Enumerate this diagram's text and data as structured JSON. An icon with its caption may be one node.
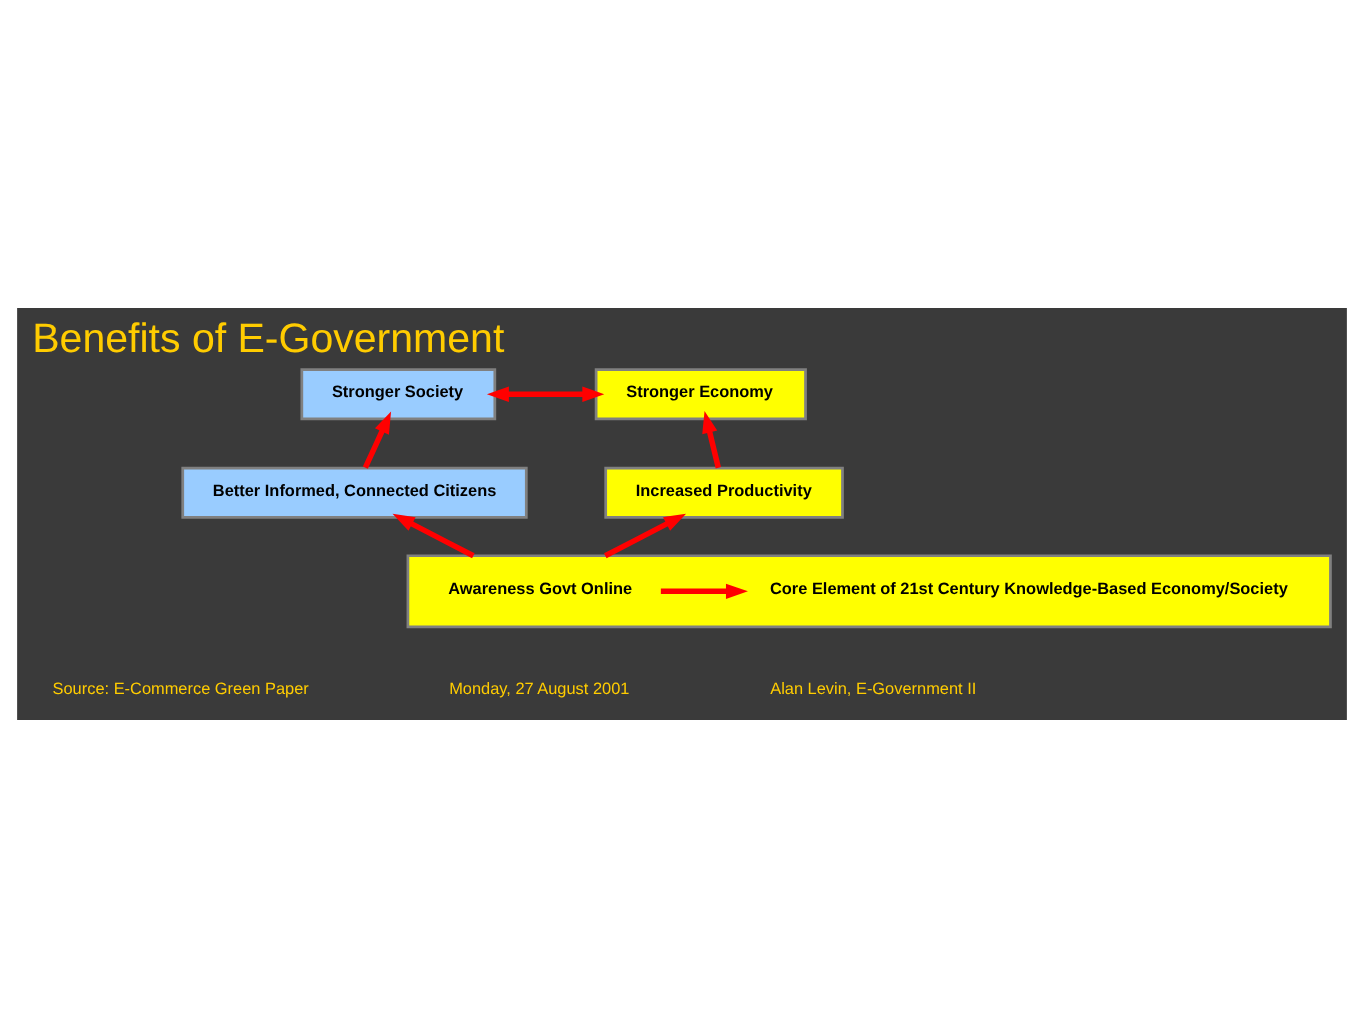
{
  "diagram": {
    "title": "Benefits of E-Government",
    "nodes": [
      {
        "text": [
          "Stronger Society"
        ]
      },
      {
        "text": [
          "Stronger Economy"
        ]
      },
      {
        "text": [
          "Better Informed, Connected Citizens"
        ]
      },
      {
        "text": [
          "Increased Productivity"
        ]
      },
      {
        "text": [],
        "shape": "box"
      },
      {
        "text": [
          "Awareness Govt Online"
        ],
        "in": 4
      },
      {
        "text": [
          "Core Element of 21st Century Knowledge-Based Economy/Society"
        ],
        "in": 4
      }
    ],
    "edges": [
      {
        "from": 0,
        "to": 1,
        "arrow": "both"
      },
      {
        "from": 2,
        "to": 0,
        "arrow": "to"
      },
      {
        "from": 3,
        "to": 1,
        "arrow": "to"
      },
      {
        "from": 4,
        "to": 2,
        "arrow": "to"
      },
      {
        "from": 4,
        "to": 3,
        "arrow": "to"
      },
      {
        "from": 5,
        "to": 6,
        "arrow": "to"
      }
    ],
    "labels": [
      "Source: E-Commerce Green Paper",
      "Monday, 27 August 2001",
      "Alan Levin, E-Government II"
    ]
  }
}
